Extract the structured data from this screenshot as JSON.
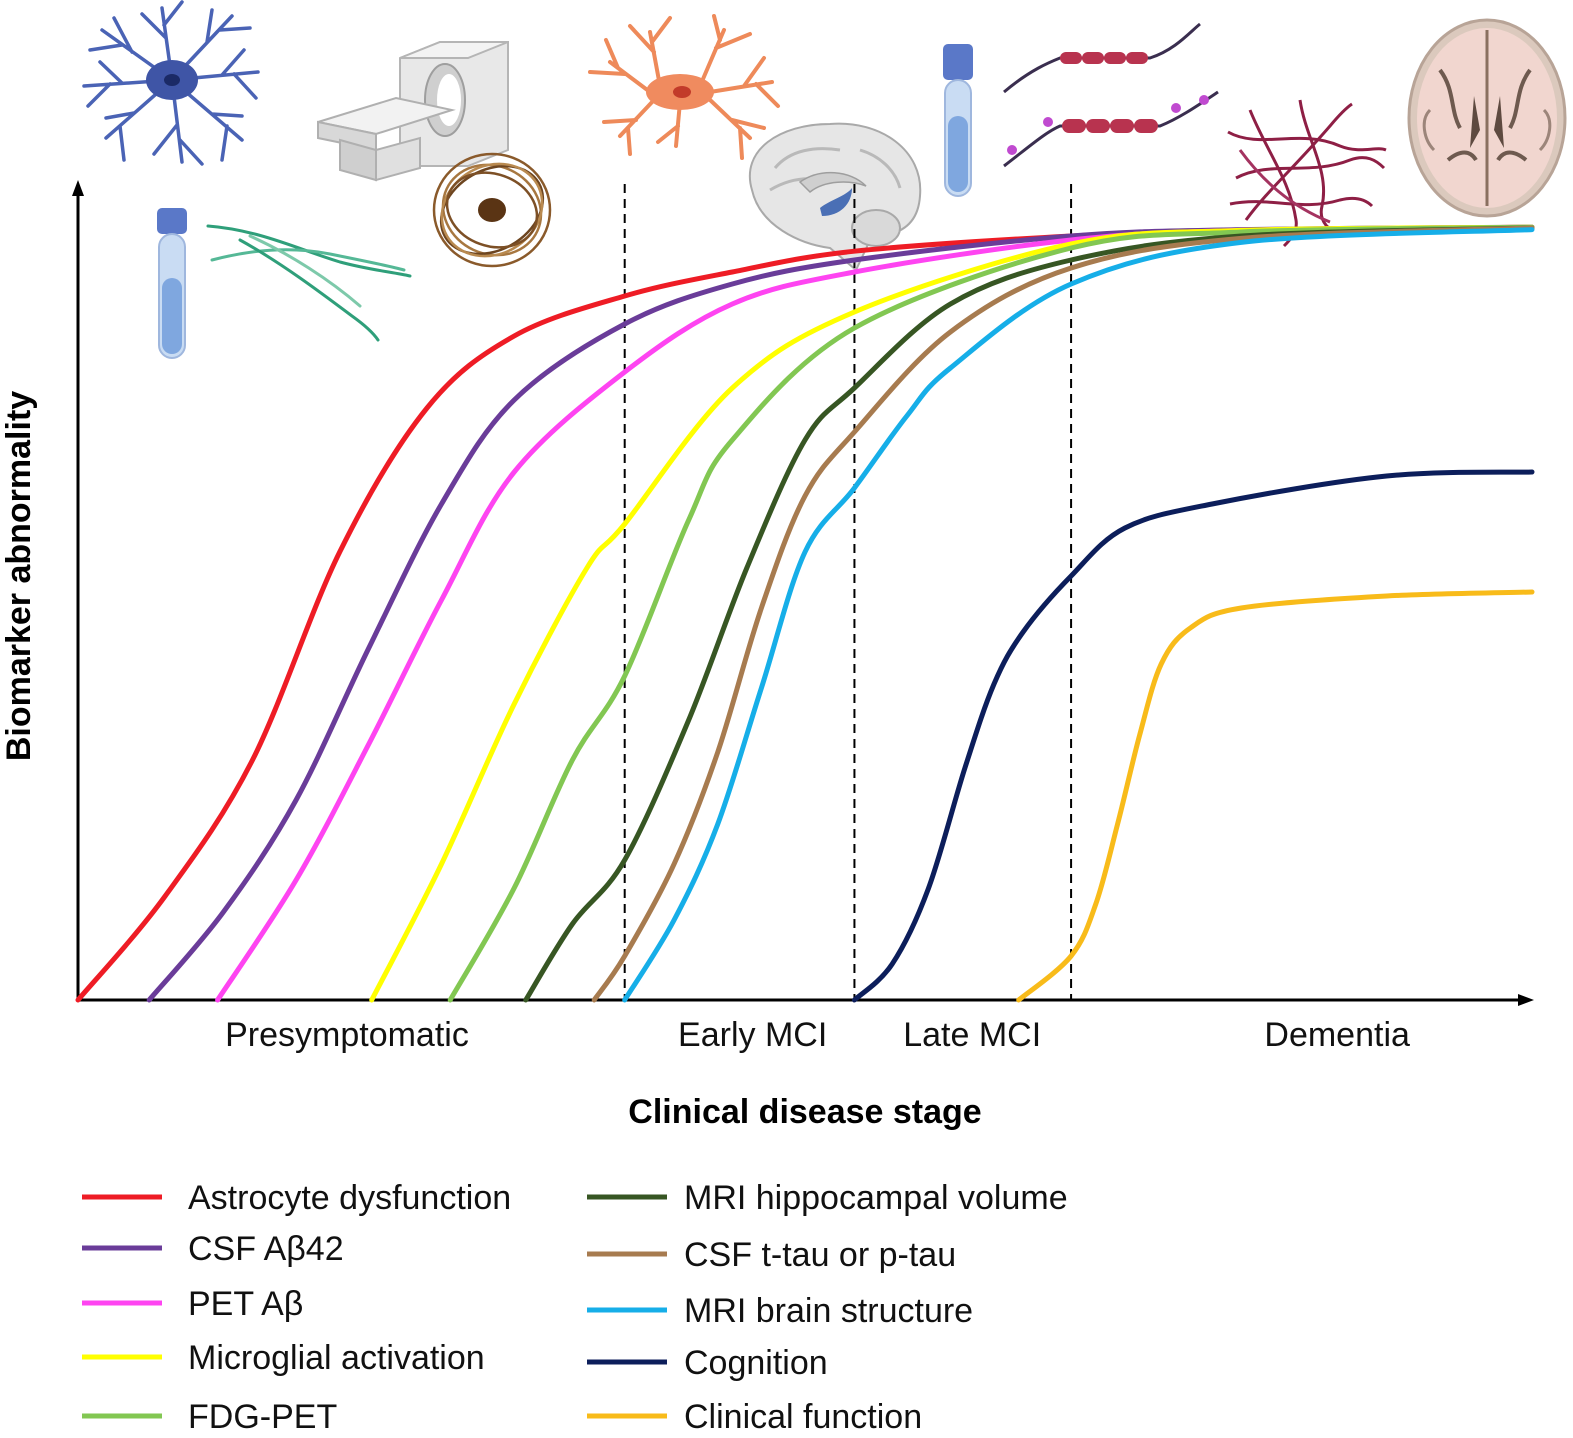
{
  "chart_data": {
    "type": "line",
    "title": "",
    "xlabel": "Clinical disease stage",
    "ylabel": "Biomarker abnormality",
    "xlim": [
      0,
      100
    ],
    "ylim": [
      0,
      100
    ],
    "grid": false,
    "legend_position": "bottom",
    "stages": [
      {
        "label": "Presymptomatic",
        "x": 18.5
      },
      {
        "label": "Early MCI",
        "x": 46.4
      },
      {
        "label": "Late MCI",
        "x": 61.5
      },
      {
        "label": "Dementia",
        "x": 86.6
      }
    ],
    "stage_dividers": [
      37.6,
      53.4,
      68.3
    ],
    "series": [
      {
        "name": "Astrocyte dysfunction",
        "color": "#ee1c25",
        "x": [
          0,
          6,
          12,
          18,
          24,
          30,
          37.6,
          45,
          53.4,
          68.3,
          80,
          100
        ],
        "y": [
          0,
          13,
          30,
          56,
          74,
          83,
          88,
          91,
          93.6,
          95.5,
          96.2,
          96.6
        ]
      },
      {
        "name": "CSF Aβ42",
        "color": "#6a3c99",
        "x": [
          4.9,
          10,
          15,
          20,
          25,
          30,
          37.6,
          45,
          53.4,
          68.3,
          80,
          100
        ],
        "y": [
          0,
          11,
          25,
          44,
          62,
          75,
          84.5,
          89.5,
          92.5,
          95.5,
          96.3,
          96.6
        ]
      },
      {
        "name": "PET Aβ",
        "color": "#fe44f1",
        "x": [
          9.6,
          15,
          20,
          25,
          30,
          37.6,
          45,
          53.4,
          68.3,
          80,
          100
        ],
        "y": [
          0,
          15,
          32,
          50,
          66,
          78.5,
          87,
          91,
          95,
          96.2,
          96.6
        ]
      },
      {
        "name": "Microglial activation",
        "color": "#ffff00",
        "x": [
          20.2,
          25,
          30,
          35,
          37.6,
          45,
          53.4,
          68.3,
          80,
          100
        ],
        "y": [
          0,
          17,
          37,
          54,
          59.5,
          76.5,
          86,
          94.5,
          96.2,
          96.6
        ]
      },
      {
        "name": "FDG-PET",
        "color": "#82c752",
        "x": [
          25.6,
          30,
          34,
          37.6,
          42,
          45,
          53.4,
          68.3,
          80,
          100
        ],
        "y": [
          0,
          14,
          30,
          40.5,
          60,
          70,
          84,
          94,
          96,
          96.6
        ]
      },
      {
        "name": "MRI hippocampal volume",
        "color": "#375623",
        "x": [
          30.8,
          34,
          37.6,
          42,
          46,
          50,
          53.4,
          60,
          68.3,
          80,
          100
        ],
        "y": [
          0,
          9.5,
          17.5,
          35,
          54,
          70,
          76.5,
          87,
          92.5,
          95.5,
          96.5
        ]
      },
      {
        "name": "CSF t-tau or p-tau",
        "color": "#a77b4f",
        "x": [
          35.5,
          37.6,
          41,
          44,
          47,
          50,
          53.4,
          60,
          68.3,
          80,
          100
        ],
        "y": [
          0,
          5.5,
          17,
          31,
          49,
          63,
          71,
          83.5,
          91.5,
          95.2,
          96.5
        ]
      },
      {
        "name": "MRI brain structure",
        "color": "#16aee8",
        "x": [
          37.6,
          41,
          44,
          47,
          50,
          53.4,
          57,
          60,
          68.3,
          80,
          100
        ],
        "y": [
          0,
          10,
          22,
          39,
          56,
          64,
          73,
          79,
          89.5,
          94.7,
          96.3
        ]
      },
      {
        "name": "Cognition",
        "color": "#0c1e5b",
        "x": [
          53.4,
          56,
          58.5,
          61,
          63,
          65,
          68.3,
          72,
          78,
          90,
          100
        ],
        "y": [
          0,
          4.5,
          14,
          29,
          39.5,
          46,
          53,
          59,
          62,
          65.5,
          66
        ]
      },
      {
        "name": "Clinical function",
        "color": "#f8bb1a",
        "x": [
          64.7,
          68.3,
          70,
          71.5,
          73,
          74.5,
          76.5,
          80,
          90,
          100
        ],
        "y": [
          0,
          5.5,
          12,
          22,
          33,
          42,
          46.5,
          49,
          50.5,
          51
        ]
      }
    ]
  }
}
